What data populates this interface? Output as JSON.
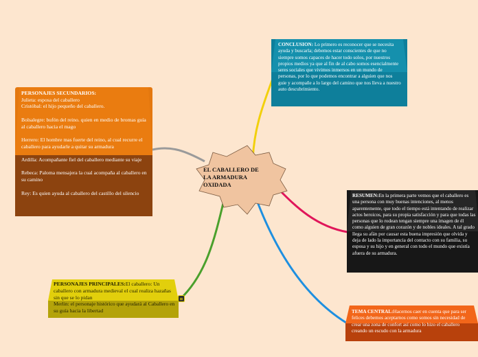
{
  "central": {
    "title": "EL CABALLERO DE\nLA ARMADURA\nOXIDADA"
  },
  "conclusion": {
    "heading": "CONCLUSION:",
    "body": " Lo primero es reconocer que se necesita ayuda y buscarla; debemos estar conscientes de que no siempre somos capaces de hacer todo solos, por nuestros propios medios ya que al fin de al cabo somos esencialmente seres sociales que vivimos inmersos en un mundo de personas, por lo que podemos encontrar a alguien que nos guie y acompañe a lo largo del camino que nos lleva a nuestro auto descubrimiento."
  },
  "secondary": {
    "heading": "PERSONAJES SECUNDARIOS:",
    "body": "Julieta: esposa del caballero\nCristóbal: el hijo pequeño del caballero.\n\nBolsalegre: bufón del reino. quien en medio de bromas guía al caballero hacia el mago\n\nHerrero: El hombre mas fuerte del reino, al cual recurre el caballero para ayudarle a quitar su armadura\n\nArdilla: Acompañante fiel del caballero mediante su viaje\n\nRebeca: Paloma mensajera la cual acompaña al caballero en su camino\n\nRey: Es quien ayuda al caballero del castillo del silencio"
  },
  "resumen": {
    "heading": "RESUMEN:",
    "body": "En la primera parte vemos que el caballero es una persona con muy buenas intenciones, al menos aparentemente, que todo el tiempo está intentando de realizar actos heroicos, para su propia satisfacción y para que todas las personas que lo rodean tengan siempre una imagen de él como alguien de gran corazón y de nobles ideales. A tal grado llega su afán por causar esta buena impresión que olvida y deja de lado la importancia del contacto con su familia, su esposa y su hijo y en general con todo el mundo que existía afuera de su armadura."
  },
  "principales": {
    "heading": "PERSONAJES PRINCIPALES:",
    "body": "El caballero: Un caballero con armadura medieval el cual realiza hazañas sin que se lo pidan\nMerlin: el personaje histórico que ayudará al Caballero en su guía hacia la libertad"
  },
  "tema": {
    "heading": "TEMA CENTRAL:",
    "body": "Hacernos caer en cuenta que para ser felices debemos aceptarnos como somos sin necesidad de crear una zona de confort así como lo hizo el caballero creando un escudo con la armadura"
  },
  "colors": {
    "background": "#fde6cf",
    "central_fill": "#f0c4a0",
    "conclusion": "#1590ad",
    "secondary": "#ea7c10",
    "resumen": "#262626",
    "principales": "#e2cf0c",
    "tema": "#f2661a",
    "connector_conclusion": "#f2d00c",
    "connector_secondary": "#9a9a9a",
    "connector_resumen": "#e0165a",
    "connector_principales": "#4aa02c",
    "connector_tema": "#1e8fe0"
  },
  "icons": {
    "note": "note-icon"
  }
}
